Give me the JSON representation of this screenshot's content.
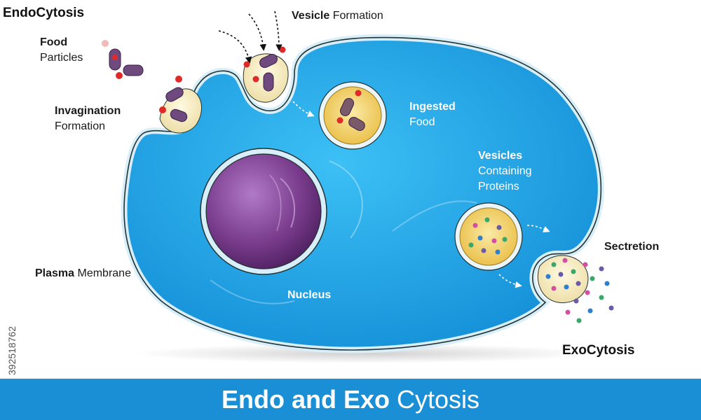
{
  "labels": {
    "endocytosis": "EndoCytosis",
    "food_bold": "Food",
    "food_rest": "Particles",
    "invagination_bold": "Invagination",
    "invagination_rest": "Formation",
    "vesicle_bold": "Vesicle",
    "vesicle_rest": "Formation",
    "ingested_bold": "Ingested",
    "ingested_rest": "Food",
    "vesicles_bold": "Vesicles",
    "vesicles_rest1": "Containing",
    "vesicles_rest2": "Proteins",
    "nucleus": "Nucleus",
    "plasma_bold": "Plasma",
    "plasma_rest": "Membrane",
    "secretion": "Sectretion",
    "exocytosis": "ExoCytosis"
  },
  "banner": {
    "bold": "Endo and Exo",
    "light": "Cytosis"
  },
  "watermark": "392518762",
  "colors": {
    "cytoplasm": "#1fa3e8",
    "membrane": "#d8eef9",
    "nucleus": "#7b3d8e",
    "vesicle_fill": "#f1d46a",
    "banner": "#1a8fd6",
    "food_particle": "#6e4a7e",
    "food_dot": "#e02a2a"
  }
}
